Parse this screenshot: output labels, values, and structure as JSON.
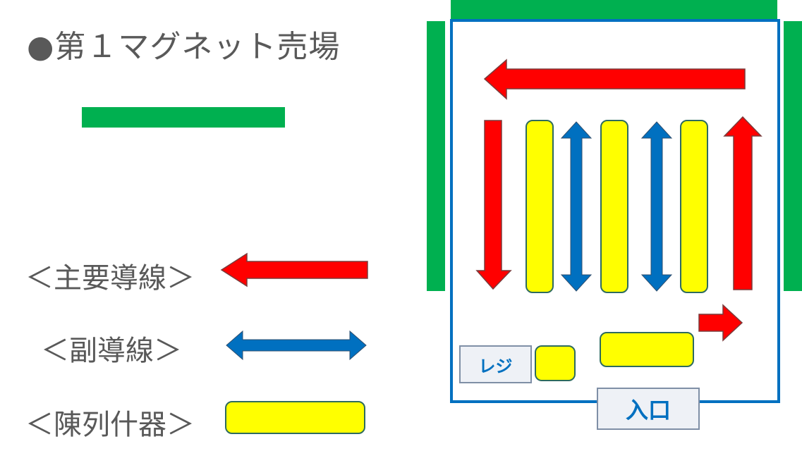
{
  "title": "●第１マグネット売場",
  "legend": {
    "main_route": "＜主要導線＞",
    "sub_route": "＜副導線＞",
    "fixture": "＜陳列什器＞"
  },
  "store": {
    "register_label": "レジ",
    "entrance_label": "入口"
  },
  "colors": {
    "magnet_green": "#00b050",
    "main_route_red": "#ff0000",
    "sub_route_blue": "#0070c0",
    "fixture_yellow": "#ffff00",
    "store_outline_blue": "#0070c0",
    "text_gray": "#595959"
  }
}
